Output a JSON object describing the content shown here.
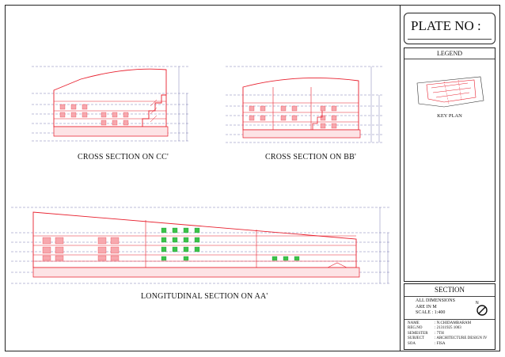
{
  "plate": {
    "title": "PLATE NO :"
  },
  "legend": {
    "title": "LEGEND",
    "keyplan_label": "KEY PLAN"
  },
  "section_block": {
    "title": "SECTION",
    "dimensions": [
      "ALL DIMENSIONS",
      "ARE IN M",
      "SCALE : 1:400"
    ],
    "north_label": "N"
  },
  "info": [
    {
      "key": "NAME",
      "value": ": N.CHIDAMBARAM"
    },
    {
      "key": "REG.NO",
      "value": ": 21311925 1003"
    },
    {
      "key": "SEMESTER",
      "value": ": 7TH"
    },
    {
      "key": "SUBJECT",
      "value": ": ARCHITECTURE DESIGN IV"
    },
    {
      "key": "SOA",
      "value": ": FISA"
    }
  ],
  "drawings": {
    "cc": {
      "caption": "CROSS SECTION ON CC'"
    },
    "bb": {
      "caption": "CROSS SECTION ON BB'"
    },
    "aa": {
      "caption": "LONGITUDINAL SECTION ON AA'"
    }
  },
  "colors": {
    "section_line": "#e8202e",
    "dim_line": "#5a5aa0",
    "green_fill": "#3cc34a",
    "pink_fill": "#f7a8ae"
  }
}
